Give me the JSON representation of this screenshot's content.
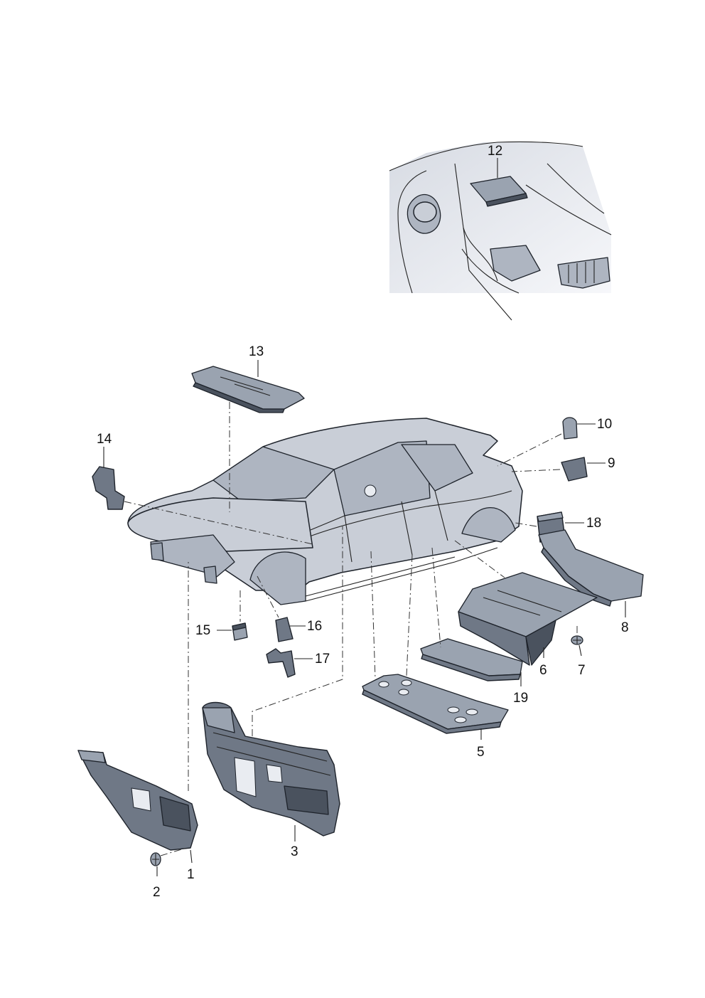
{
  "callouts": {
    "c1": "1",
    "c2": "2",
    "c3": "3",
    "c5": "5",
    "c6": "6",
    "c7": "7",
    "c8": "8",
    "c9": "9",
    "c10": "10",
    "c12": "12",
    "c13": "13",
    "c14": "14",
    "c15": "15",
    "c16": "16",
    "c17": "17",
    "c18": "18",
    "c19": "19"
  },
  "colors": {
    "part_fill": "#6f7886",
    "part_light": "#9aa3b0",
    "body_fill": "#c9ced7",
    "outline": "#1e232b"
  }
}
